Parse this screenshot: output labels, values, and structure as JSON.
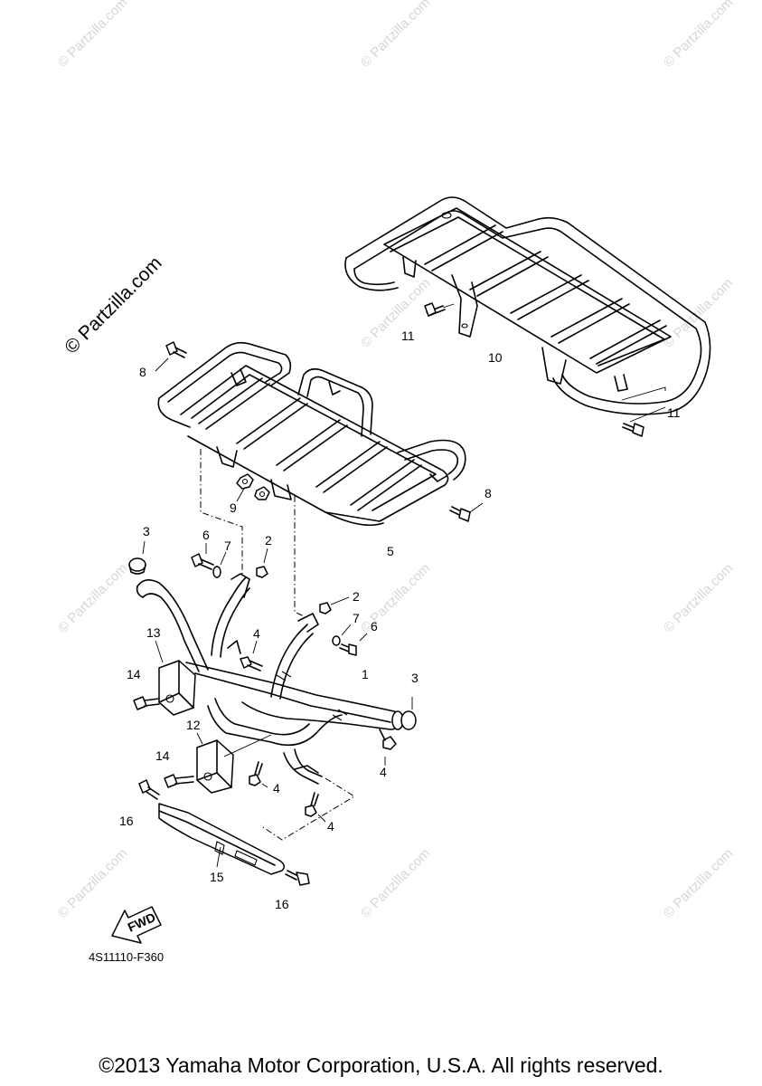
{
  "watermark": {
    "text": "© Partzilla.com",
    "corner_text": "© Partzilla.com"
  },
  "callouts": {
    "c1": "1",
    "c2a": "2",
    "c2b": "2",
    "c3a": "3",
    "c3b": "3",
    "c4a": "4",
    "c4b": "4",
    "c4c": "4",
    "c4d": "4",
    "c5": "5",
    "c6a": "6",
    "c6b": "6",
    "c7a": "7",
    "c7b": "7",
    "c8a": "8",
    "c8b": "8",
    "c9": "9",
    "c10": "10",
    "c11a": "11",
    "c11b": "11",
    "c12": "12",
    "c13": "13",
    "c14a": "14",
    "c14b": "14",
    "c15": "15",
    "c16a": "16",
    "c16b": "16"
  },
  "fwd_label": "FWD",
  "diagram_code": "4S11110-F360",
  "copyright": "©2013 Yamaha Motor Corporation, U.S.A. All rights reserved."
}
